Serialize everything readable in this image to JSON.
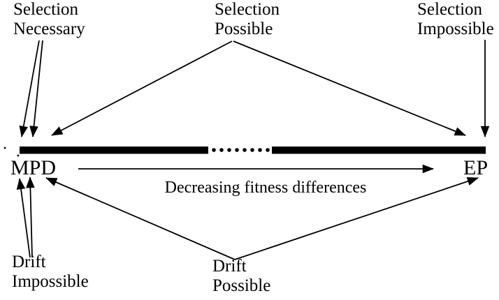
{
  "diagram": {
    "labels": {
      "selection_necessary": {
        "line1": "Selection",
        "line2": "Necessary"
      },
      "selection_possible": {
        "line1": "Selection",
        "line2": "Possible"
      },
      "selection_impossible": {
        "line1": "Selection",
        "line2": "Impossible"
      },
      "drift_impossible": {
        "line1": "Drift",
        "line2": "Impossible"
      },
      "drift_possible": {
        "line1": "Drift",
        "line2": "Possible"
      }
    },
    "endpoints": {
      "left": "MPD",
      "right": "EP"
    },
    "axis_caption": "Decreasing fitness differences",
    "colors": {
      "foreground": "#000000",
      "background": "#ffffff"
    }
  }
}
